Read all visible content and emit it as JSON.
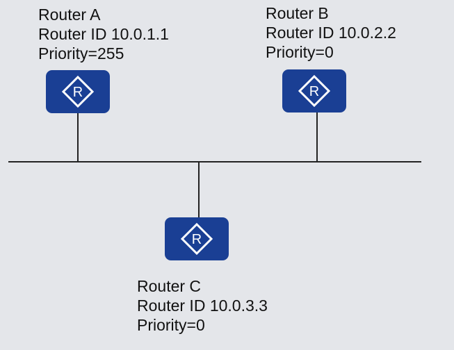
{
  "routers": [
    {
      "name": "Router A",
      "router_id": "Router ID 10.0.1.1",
      "priority": "Priority=255",
      "icon": "router-icon",
      "glyph": "R"
    },
    {
      "name": "Router B",
      "router_id": "Router ID 10.0.2.2",
      "priority": "Priority=0",
      "icon": "router-icon",
      "glyph": "R"
    },
    {
      "name": "Router C",
      "router_id": "Router ID 10.0.3.3",
      "priority": "Priority=0",
      "icon": "router-icon",
      "glyph": "R"
    }
  ],
  "colors": {
    "router_fill": "#1a3f94",
    "background": "#e4e6ea"
  }
}
